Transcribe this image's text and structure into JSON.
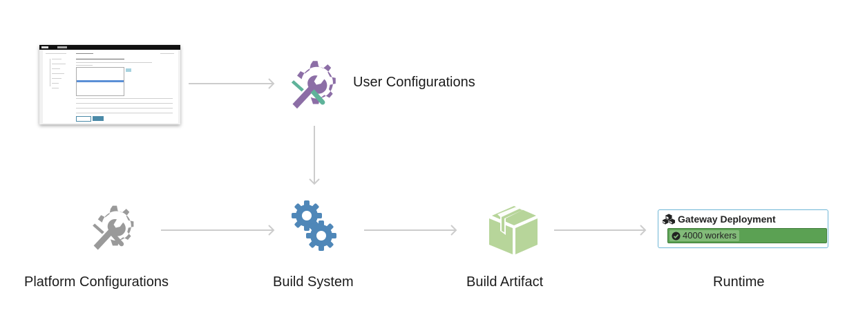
{
  "diagram": {
    "nodes": {
      "user_config": {
        "label": "User Configurations",
        "icon": "gear-wrench-screwdriver-icon",
        "color": "#8c6ea6"
      },
      "platform_config": {
        "label": "Platform Configurations",
        "icon": "gear-wrench-screwdriver-icon",
        "color": "#9a9a9a"
      },
      "build_system": {
        "label": "Build System",
        "icon": "gears-icon",
        "color": "#4f87b8"
      },
      "build_artifact": {
        "label": "Build Artifact",
        "icon": "box-icon",
        "color": "#b7d59a"
      },
      "runtime": {
        "label": "Runtime"
      }
    },
    "gateway_card": {
      "title": "Gateway Deployment",
      "status_label": "4000 workers",
      "status_color": "#5ba153",
      "border_color": "#6fb6d6"
    },
    "edges": [
      {
        "from": "screenshot",
        "to": "user_config"
      },
      {
        "from": "user_config",
        "to": "build_system"
      },
      {
        "from": "platform_config",
        "to": "build_system"
      },
      {
        "from": "build_system",
        "to": "build_artifact"
      },
      {
        "from": "build_artifact",
        "to": "runtime"
      }
    ],
    "arrow_color": "#cccccc"
  }
}
